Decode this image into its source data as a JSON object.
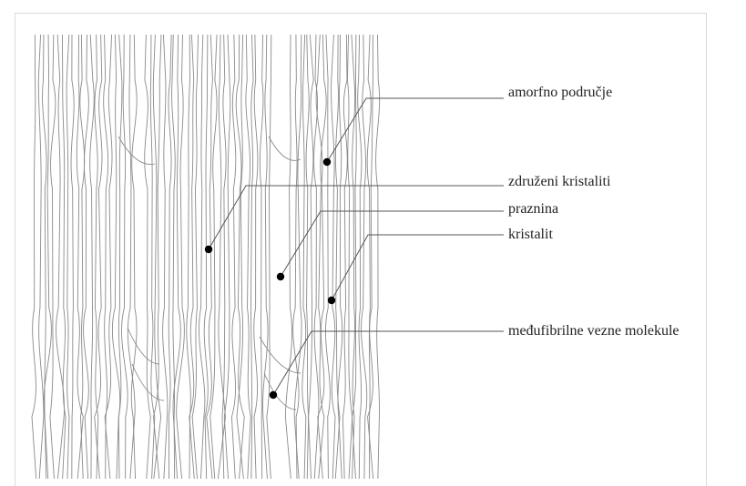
{
  "labels": {
    "amorphous": "amorfno područje",
    "assoc_crystallites": "združeni kristaliti",
    "void": "praznina",
    "crystallite": "kristalit",
    "tie_molecules": "međufibrilne vezne molekule"
  },
  "colors": {
    "fiber": "#8a8a8a",
    "leader": "#555555",
    "dot": "#000000",
    "text": "#222222",
    "frame": "#d9d9d9"
  }
}
